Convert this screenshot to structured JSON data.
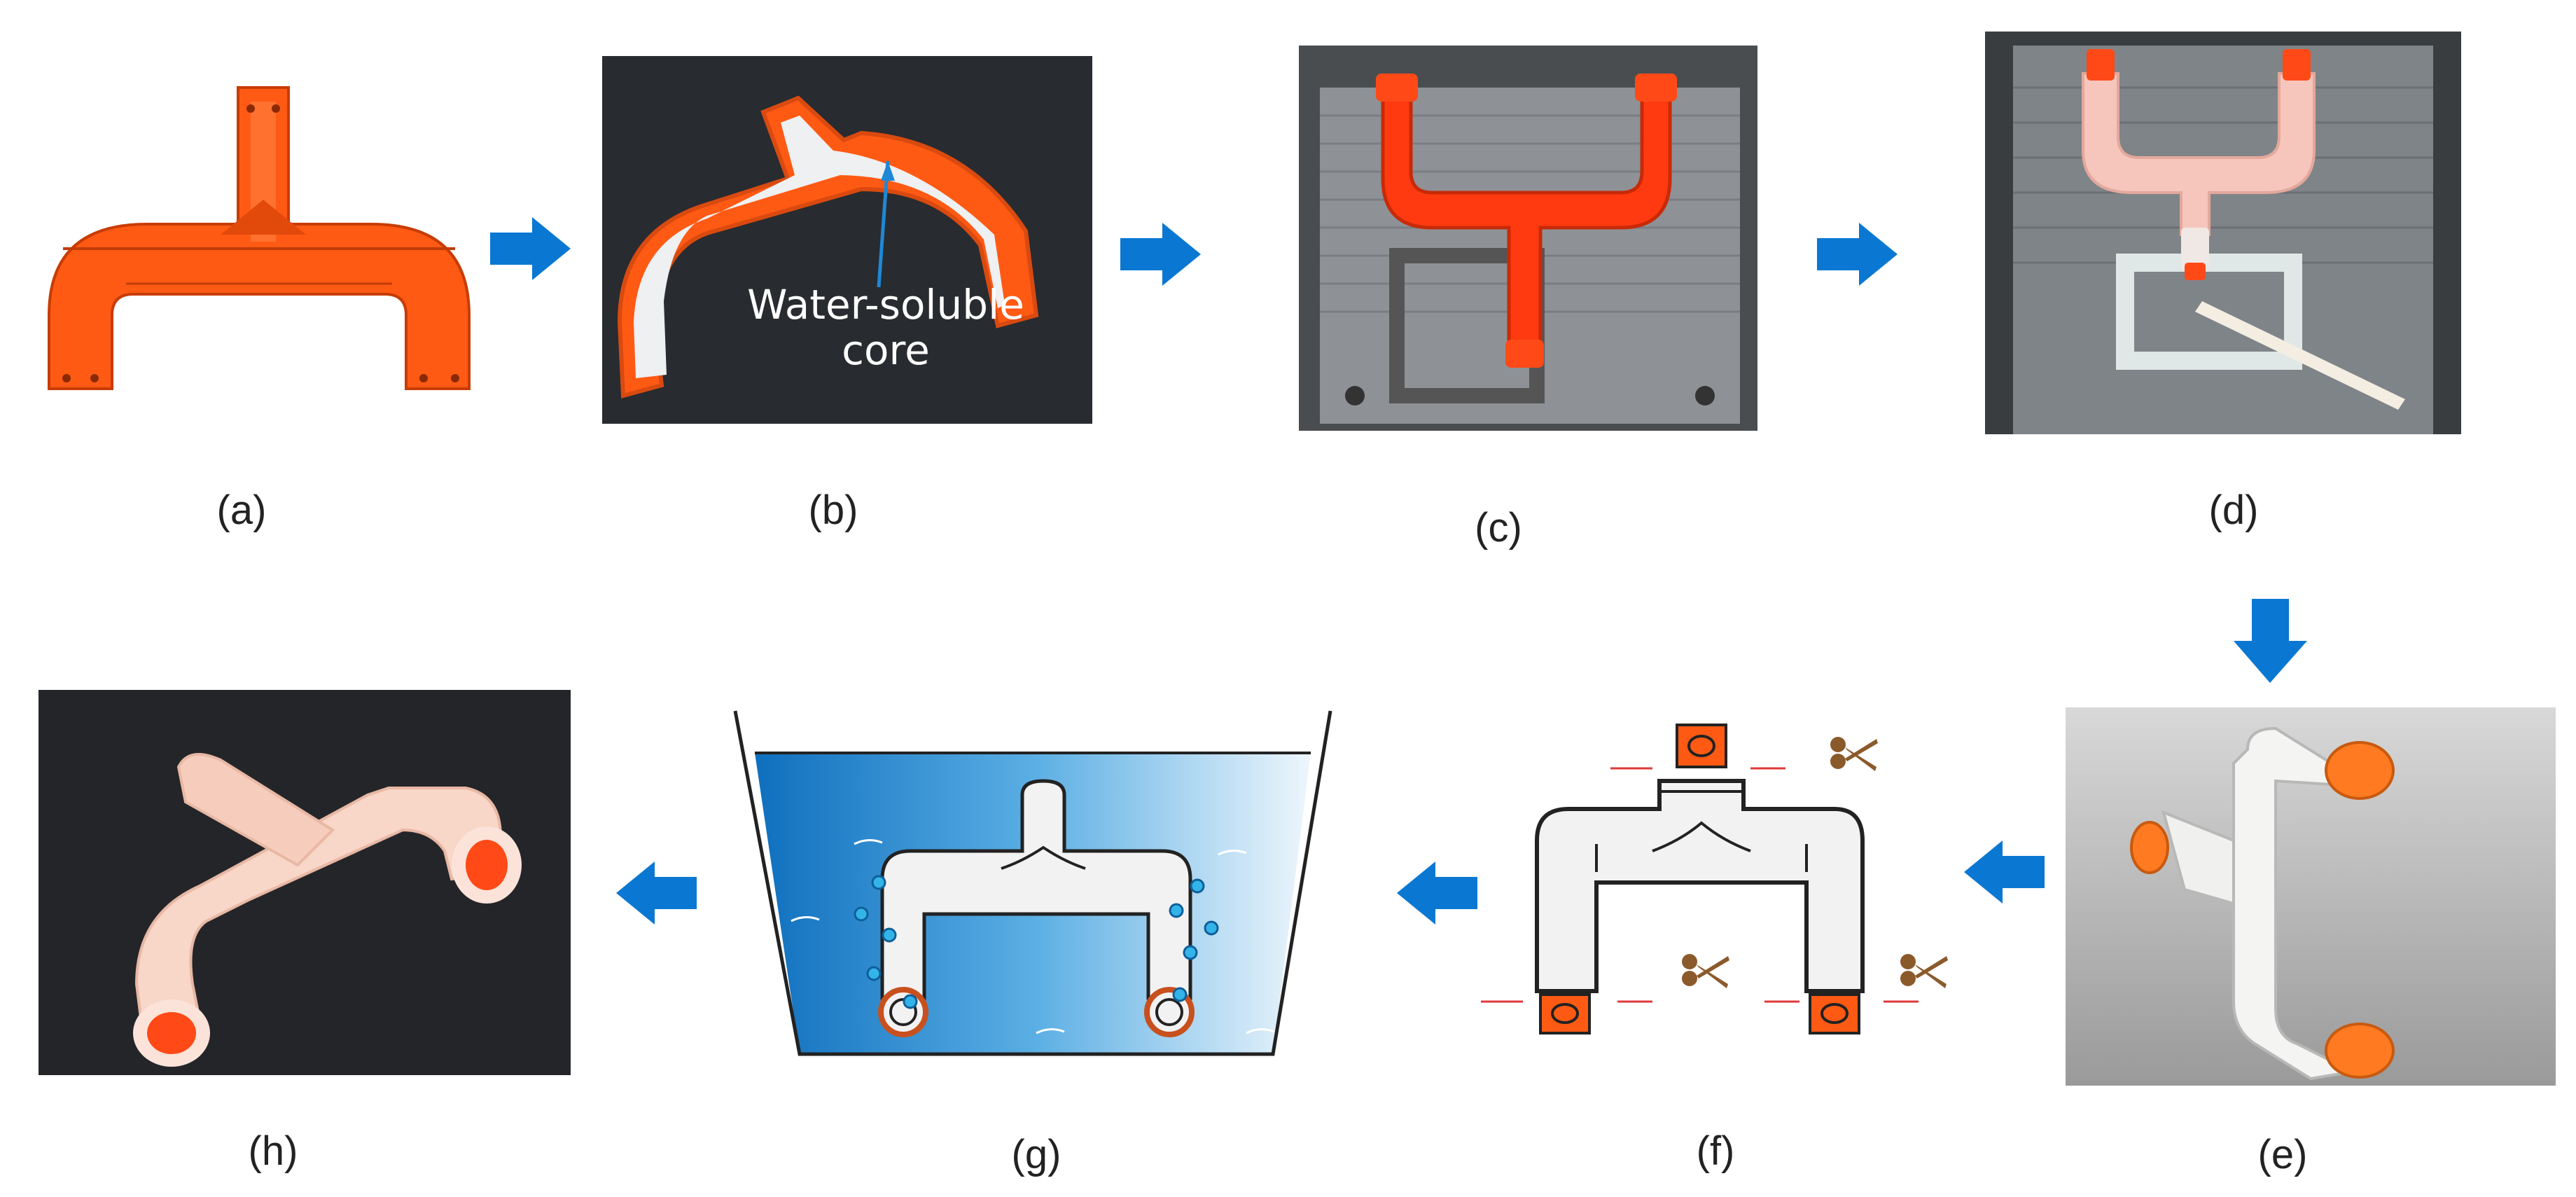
{
  "figure": {
    "captions": {
      "a": "(a)",
      "b": "(b)",
      "c": "(c)",
      "d": "(d)",
      "e": "(e)",
      "f": "(f)",
      "g": "(g)",
      "h": "(h)"
    },
    "panel_b_annotation": {
      "line1": "Water-soluble",
      "line2": "core"
    },
    "colors": {
      "arrow": "#0a78d2",
      "orange": "#ff5a14",
      "water_dark": "#1479c8",
      "core_white": "#eef0f2",
      "pink_part": "#f6c6bd"
    },
    "icons": [
      "arrow-right-icon",
      "arrow-down-icon",
      "arrow-left-icon",
      "scissors-icon",
      "bubble-icon"
    ]
  }
}
